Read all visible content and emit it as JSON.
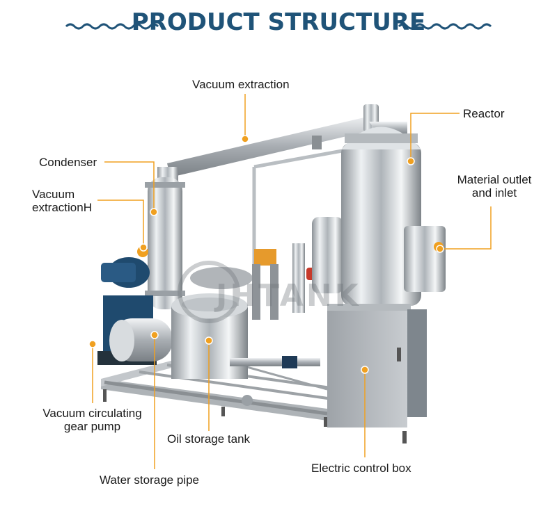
{
  "title": "PRODUCT STRUCTURE",
  "watermark": "JHTANK",
  "colors": {
    "title": "#1f5378",
    "leader_line": "#f0a020",
    "dot": "#f0a020",
    "steel": "#c9ced3",
    "frame": "#b5b9bd",
    "pump_blue": "#1f4a6e"
  },
  "labels": {
    "vacuum_extraction": "Vacuum extraction",
    "reactor": "Reactor",
    "condenser": "Condenser",
    "vacuum_extraction_h_line1": "Vacuum",
    "vacuum_extraction_h_line2": "extractionH",
    "material_outlet_line1": "Material outlet",
    "material_outlet_line2": "and inlet",
    "gear_pump_line1": "Vacuum circulating",
    "gear_pump_line2": "gear pump",
    "oil_storage_tank": "Oil storage tank",
    "electric_control_box": "Electric control box",
    "water_storage_pipe": "Water storage pipe"
  }
}
